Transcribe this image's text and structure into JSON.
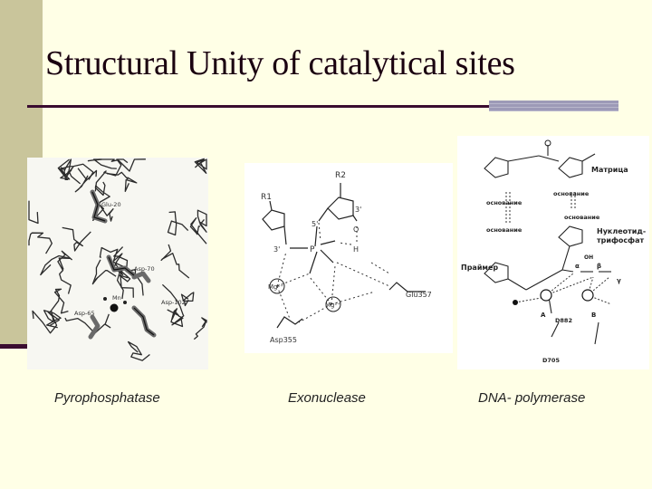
{
  "slide": {
    "title": "Structural Unity of catalytical sites"
  },
  "panels": {
    "pyrophosphatase": {
      "caption": "Pyrophosphatase",
      "residue_labels": [
        "Glu-20",
        "Asp-70",
        "Asp-102",
        "Mn",
        "Asp-65"
      ]
    },
    "exonuclease": {
      "caption": "Exonuclease",
      "labels": {
        "r1": "R1",
        "r2": "R2",
        "three_prime_a": "3'",
        "five_prime": "5'",
        "three_prime_b": "3'",
        "o": "O",
        "h": "H",
        "p": "P",
        "mg_a": "Mg²⁺",
        "mg_b": "Mg²⁺",
        "glu": "Glu357",
        "asp": "Asp355"
      }
    },
    "dna_polymerase": {
      "caption": "DNA- polymerase",
      "labels": {
        "template": "Матрица",
        "base1": "основание",
        "base2": "основание",
        "base3": "основание",
        "base4": "основание",
        "ntp1": "Нуклеотид-",
        "ntp2": "трифосфат",
        "primer": "Праймер",
        "metal_a": "A",
        "metal_b": "B",
        "d882": "D882",
        "d705": "D705",
        "alpha": "α",
        "beta": "β",
        "gamma": "γ",
        "oh": "OH"
      }
    }
  }
}
